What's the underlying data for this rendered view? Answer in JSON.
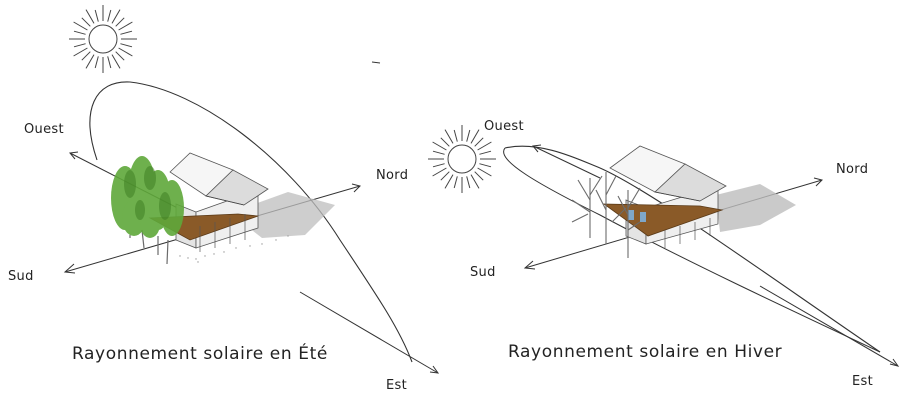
{
  "panels": [
    {
      "caption": "Rayonnement solaire en Été",
      "directions": {
        "west": "Ouest",
        "north": "Nord",
        "south": "Sud",
        "east": "Est"
      }
    },
    {
      "caption": "Rayonnement solaire en Hiver",
      "directions": {
        "west": "Ouest",
        "north": "Nord",
        "south": "Sud",
        "east": "Est"
      }
    }
  ],
  "colors": {
    "line": "#333333",
    "roof": "#f4f4f4",
    "wall": "#e6e6e6",
    "shadow": "#b8b8b8",
    "deck": "#8a5a28",
    "foliage": "#5fa83a",
    "trunk": "#6b6b6b"
  }
}
